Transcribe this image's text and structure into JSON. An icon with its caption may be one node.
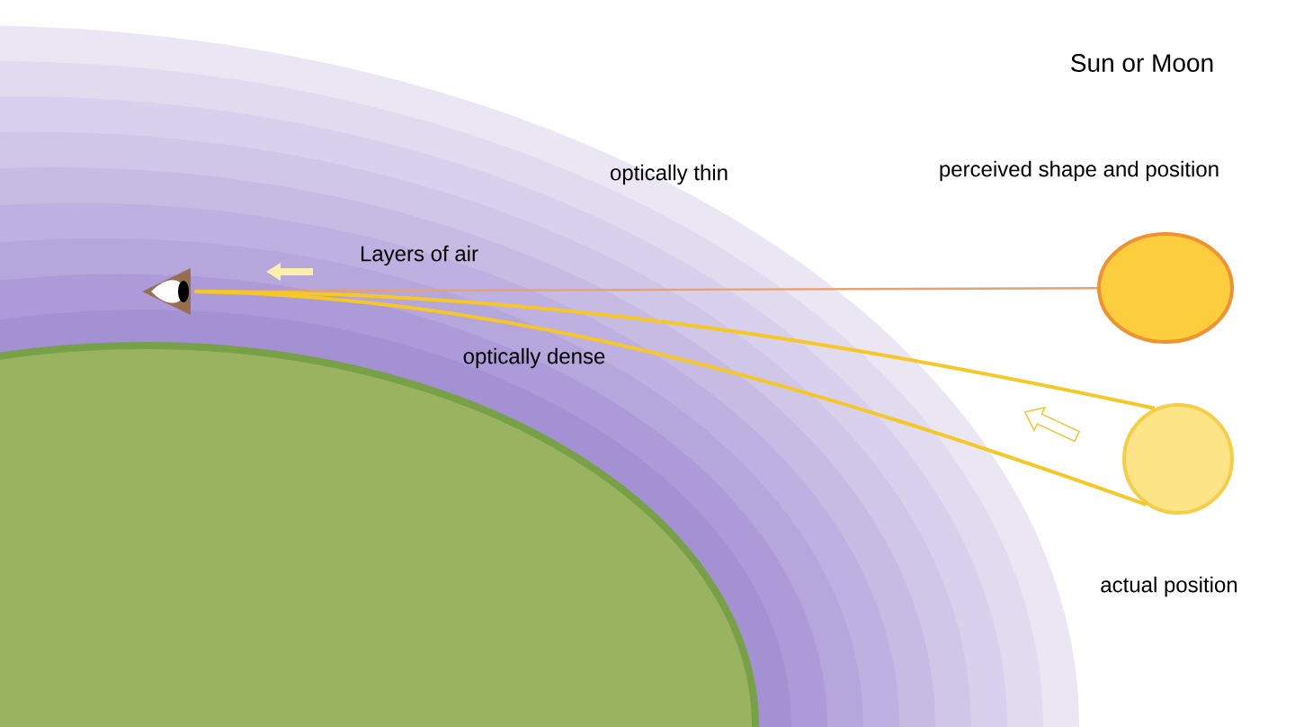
{
  "diagram": {
    "nodes": [
      {
        "text": [],
        "shape": "picture"
      },
      {
        "text": [],
        "shape": "circle",
        "beside": [
          "perceived shape and position"
        ]
      },
      {
        "text": [],
        "shape": "circle",
        "beside": [
          "actual position"
        ]
      }
    ],
    "edges": [
      {
        "from": 1,
        "to": 0,
        "arrow": "none",
        "color": "#e8a070"
      },
      {
        "from": 2,
        "to": 0,
        "arrow": "none"
      },
      {
        "from": 2,
        "to": 0,
        "arrow": "none"
      }
    ],
    "labels": [
      "Sun or Moon",
      "optically thin",
      "Layers of air",
      "optically dense"
    ]
  }
}
